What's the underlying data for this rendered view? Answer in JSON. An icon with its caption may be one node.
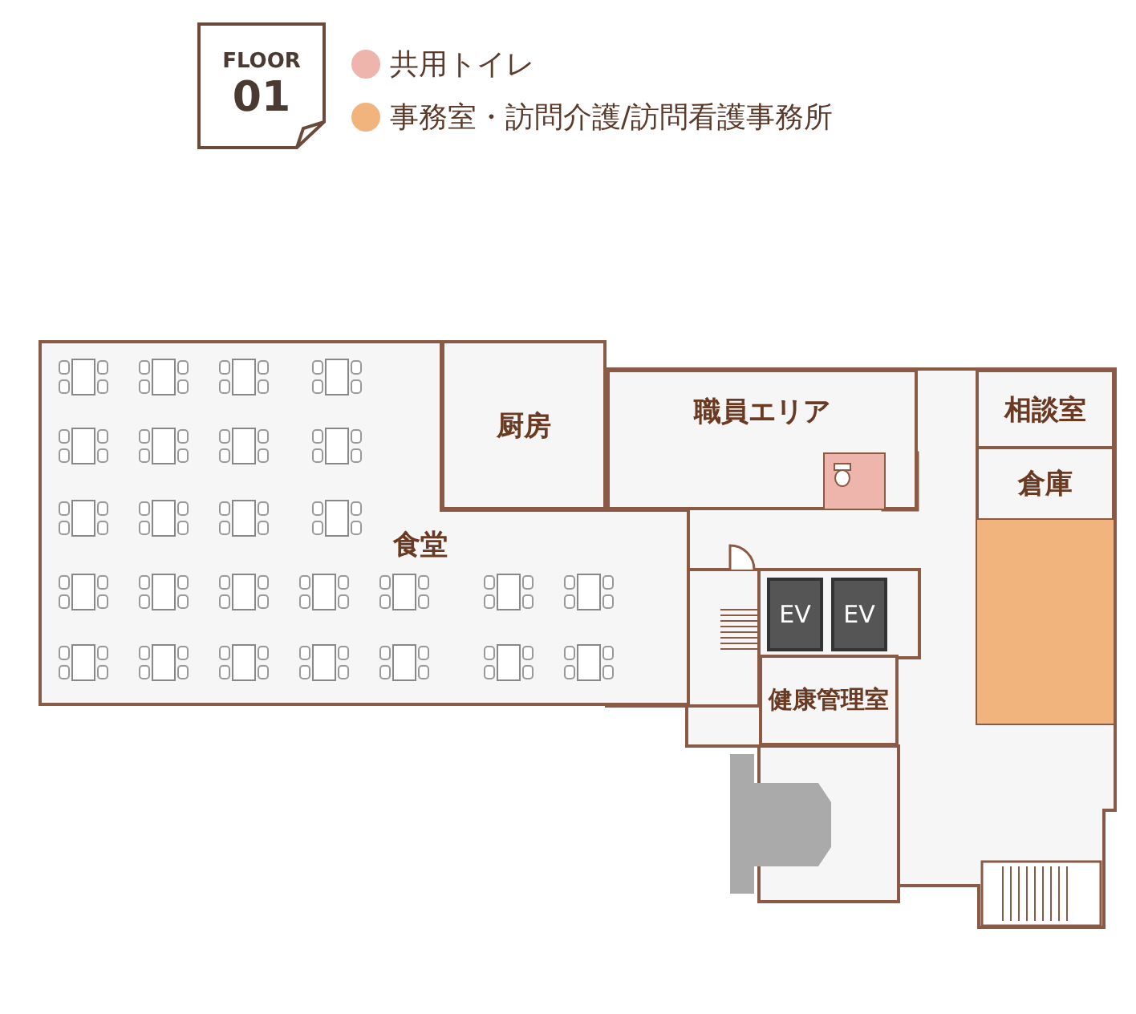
{
  "diagram": {
    "nodes": [
      {
        "text": [
          "FLOOR",
          "01"
        ]
      },
      {
        "text": [
          "食堂"
        ]
      },
      {
        "text": [
          "厨房"
        ]
      },
      {
        "text": [
          "職員エリア"
        ]
      },
      {
        "text": [],
        "shape": "box",
        "in": 3
      },
      {
        "text": [
          "相談室"
        ]
      },
      {
        "text": [
          "倉庫"
        ]
      },
      {
        "text": [],
        "shape": "box"
      },
      {
        "text": [
          "EV"
        ]
      },
      {
        "text": [
          "EV"
        ]
      },
      {
        "text": [
          "健康管理室"
        ]
      }
    ],
    "legend": [
      {
        "text": "共用トイレ",
        "color": "#eeb5ac"
      },
      {
        "text": "事務室・訪問介護/訪問看護事務所",
        "color": "#f0b47c"
      }
    ]
  }
}
